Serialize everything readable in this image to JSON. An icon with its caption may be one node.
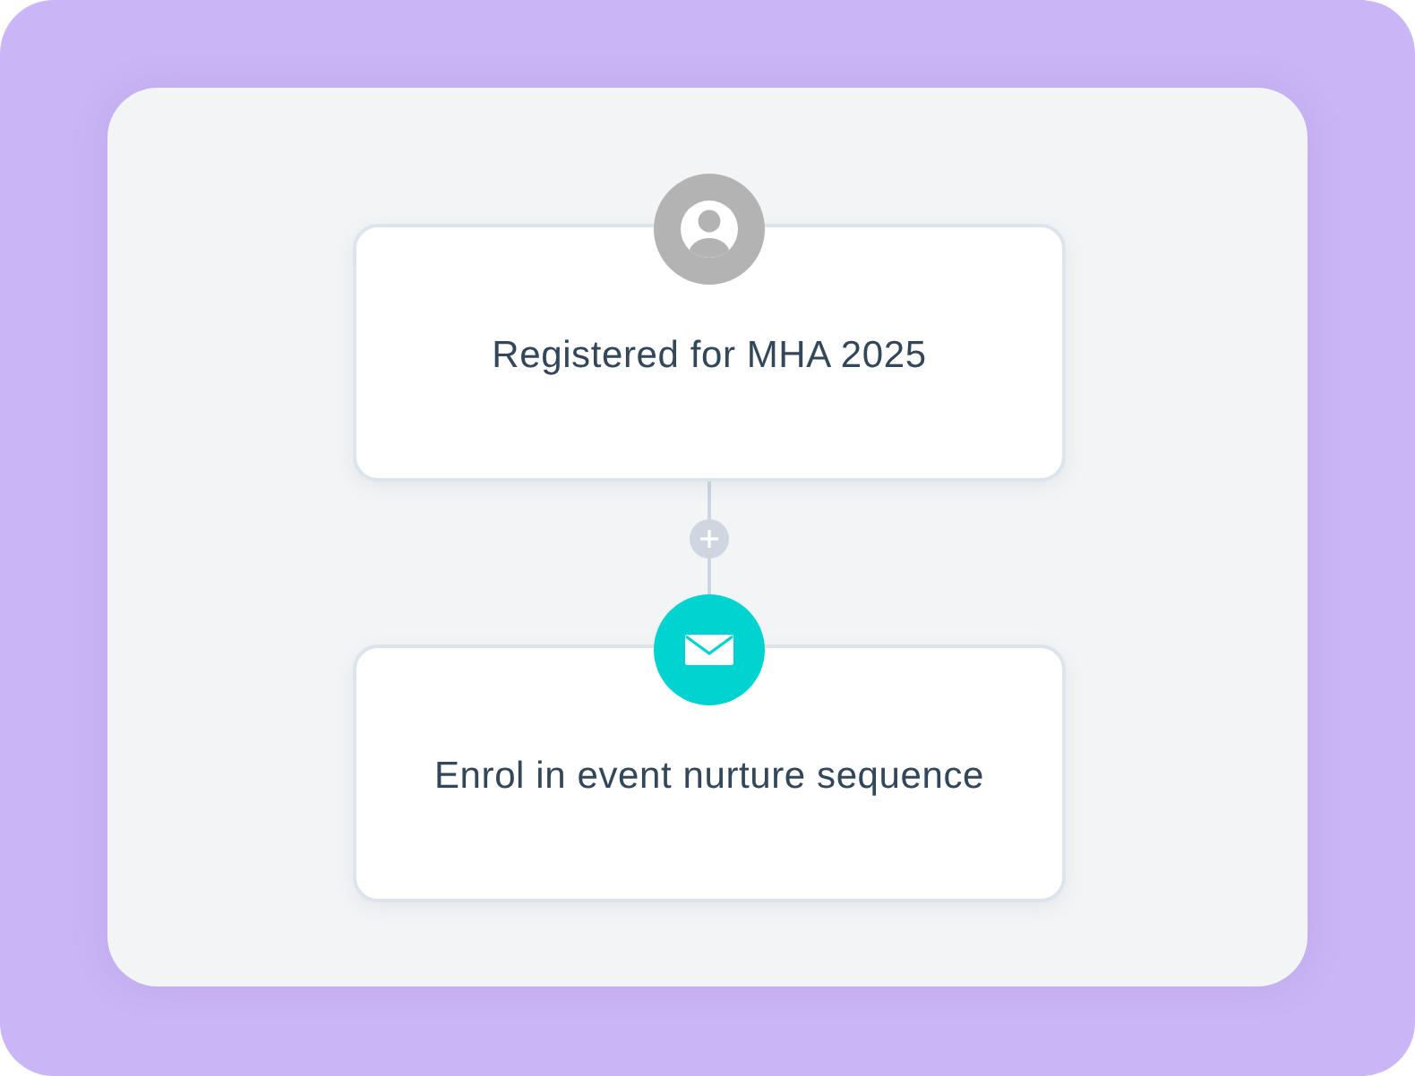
{
  "diagram": {
    "nodes": [
      {
        "text": [
          "Registered for MHA 2025"
        ]
      },
      {
        "text": [
          "Enrol in event nurture sequence"
        ]
      }
    ],
    "edges": [
      {
        "from": 0,
        "to": 1,
        "arrow": "none"
      }
    ]
  }
}
